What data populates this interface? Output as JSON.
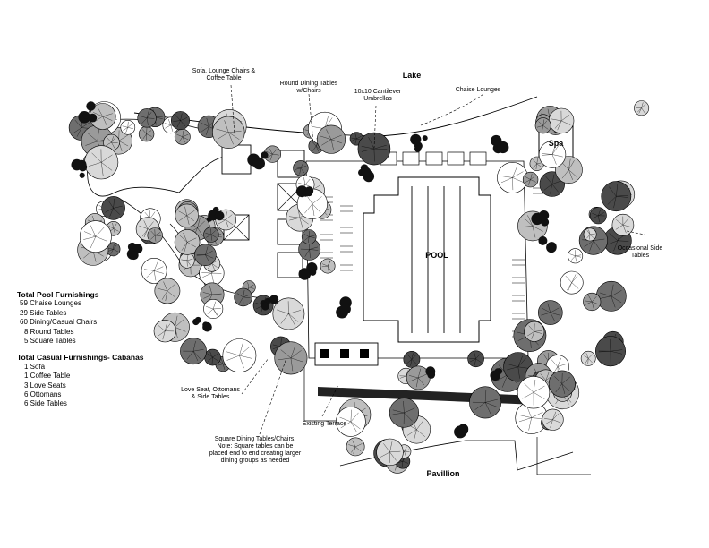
{
  "labels": {
    "lake": "Lake",
    "pool": "POOL",
    "spa": "Spa",
    "pavilion": "Pavillion",
    "sofa_lounge": "Sofa, Lounge Chairs &\nCoffee Table",
    "round_dining": "Round Dining Tables\nw/Chairs",
    "umbrellas": "10x10 Cantilever\nUmbrellas",
    "chaise_lounges": "Chaise Lounges",
    "occasional_side": "Occasional Side\nTables",
    "love_seat": "Love Seat, Ottomans\n& Side Tables",
    "existing_terrace": "Existing Terrace",
    "square_dining": "Square Dining Tables/Chairs.\nNote: Square tables can be\nplaced end to end creating larger\ndining groups as needed"
  },
  "pool_furnishings": {
    "title": "Total Pool Furnishings",
    "items": [
      "59 Chaise Lounges",
      "29 Side Tables",
      "60 Dining/Casual Chairs",
      "8 Round Tables",
      "5 Square Tables"
    ]
  },
  "casual_furnishings": {
    "title": "Total Casual Furnishings- Cabanas",
    "items": [
      "1 Sofa",
      "1 Coffee Table",
      "3 Love Seats",
      "6 Ottomans",
      "6 Side Tables"
    ]
  }
}
